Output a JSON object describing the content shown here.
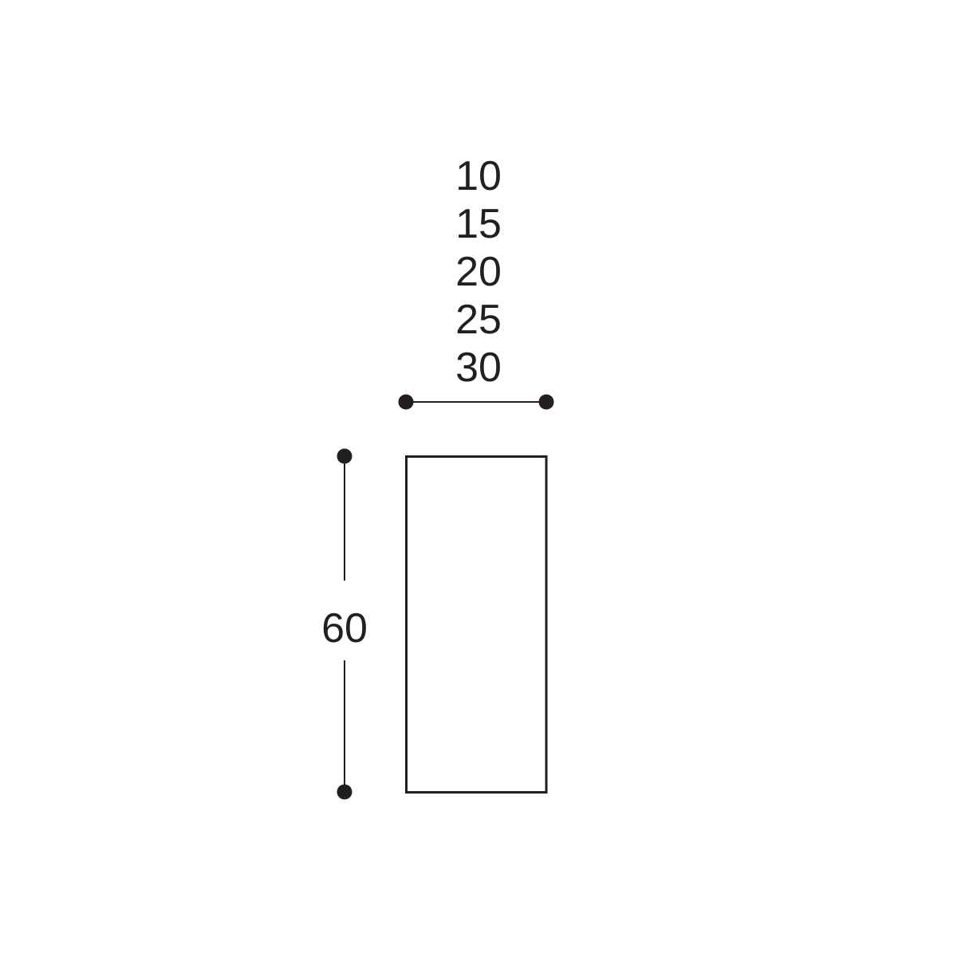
{
  "colors": {
    "ink": "#231f20",
    "background": "#ffffff"
  },
  "width_options": [
    "10",
    "15",
    "20",
    "25",
    "30"
  ],
  "height_value": "60",
  "icons": {
    "endpoint": "filled-circle-dot"
  }
}
